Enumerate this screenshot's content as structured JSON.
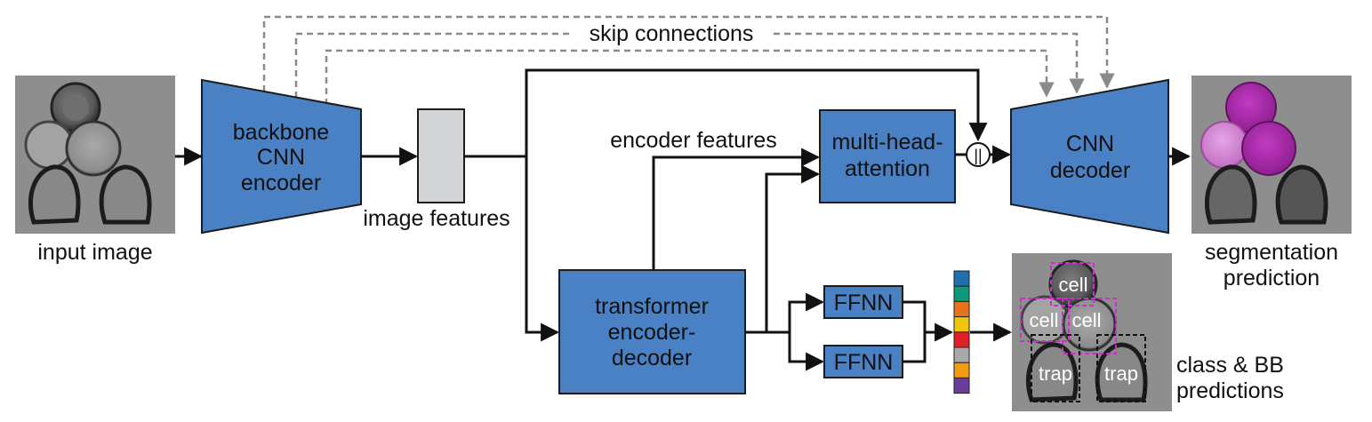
{
  "labels": {
    "skip_connections": "skip connections",
    "input_image": "input image",
    "image_features": "image features",
    "encoder_features": "encoder features",
    "segmentation_line1": "segmentation",
    "segmentation_line2": "prediction",
    "class_bb_line1": "class & BB",
    "class_bb_line2": "predictions"
  },
  "blocks": {
    "backbone": [
      "backbone",
      "CNN",
      "encoder"
    ],
    "mha": [
      "multi-head-",
      "attention"
    ],
    "decoder": [
      "CNN",
      "decoder"
    ],
    "transformer": [
      "transformer",
      "encoder-",
      "decoder"
    ],
    "ffnn_top": "FFNN",
    "ffnn_bottom": "FFNN"
  },
  "concat_symbol": "||",
  "detections": {
    "cell_top": "cell",
    "cell_left": "cell",
    "cell_right": "cell",
    "trap_left": "trap",
    "trap_right": "trap"
  },
  "class_vector_colors": [
    "#1f6fb5",
    "#0e9a7a",
    "#e8731f",
    "#f1c40f",
    "#e31f26",
    "#a9a9a9",
    "#f39c12",
    "#6a3d9a"
  ],
  "colors": {
    "block_fill": "#4a81c4",
    "block_stroke": "#1c1c1c",
    "feature_box": "#d3d4d6",
    "cell_box": "#d12bd1",
    "trap_box": "#111111",
    "segmentation_fill": "#b22fb3"
  }
}
